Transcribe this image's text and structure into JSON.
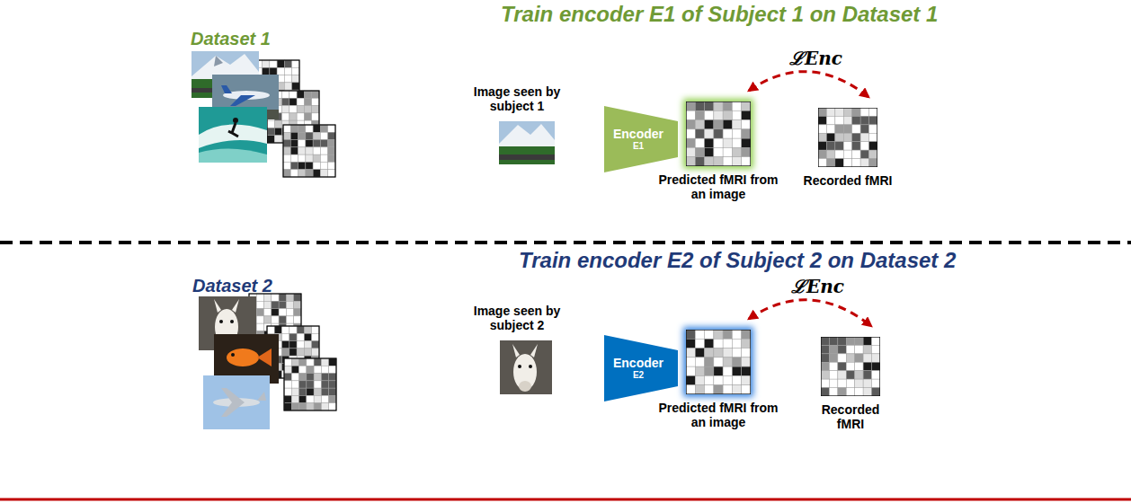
{
  "diagram": {
    "nodes": [
      {
        "text": [
          "Image seen by subject 1"
        ]
      },
      {
        "text": [
          "Encoder",
          "E1"
        ]
      },
      {
        "text": [
          "Predicted fMRI from an image"
        ]
      },
      {
        "text": [
          "Recorded fMRI"
        ]
      },
      {
        "text": [
          "Image seen by subject 2"
        ]
      },
      {
        "text": [
          "Encoder",
          "E2"
        ]
      },
      {
        "text": [
          "Predicted fMRI from an image"
        ]
      },
      {
        "text": [
          "Recorded fMRI"
        ]
      }
    ],
    "edges": [
      {
        "from": 2,
        "to": 3,
        "label": "ℒEnc",
        "arrow": "both"
      },
      {
        "from": 6,
        "to": 7,
        "label": "ℒEnc",
        "arrow": "both"
      }
    ],
    "labels": [
      "Train encoder E1 of Subject 1 on Dataset 1",
      "Dataset 1",
      "Train encoder E2 of Subject 2 on Dataset 2",
      "Dataset 2"
    ]
  }
}
